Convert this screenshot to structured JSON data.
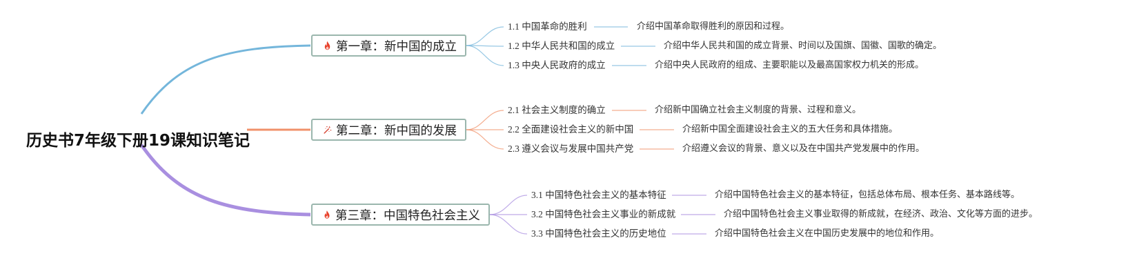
{
  "root": {
    "title": "历史书7年级下册19课知识笔记"
  },
  "colors": {
    "chapter1": "#74b6db",
    "chapter2": "#f0916a",
    "chapter3": "#a98fe0",
    "chapter_border": "#9ab6ad"
  },
  "chapters": [
    {
      "icon": "fire-icon",
      "title": "第一章：新中国的成立",
      "topics": [
        {
          "label": "1.1 中国革命的胜利",
          "description": "介绍中国革命取得胜利的原因和过程。"
        },
        {
          "label": "1.2 中华人民共和国的成立",
          "description": "介绍中华人民共和国的成立背景、时间以及国旗、国徽、国歌的确定。"
        },
        {
          "label": "1.3 中央人民政府的成立",
          "description": "介绍中央人民政府的组成、主要职能以及最高国家权力机关的形成。"
        }
      ]
    },
    {
      "icon": "magic-wand-icon",
      "title": "第二章：新中国的发展",
      "topics": [
        {
          "label": "2.1 社会主义制度的确立",
          "description": "介绍新中国确立社会主义制度的背景、过程和意义。"
        },
        {
          "label": "2.2 全面建设社会主义的新中国",
          "description": "介绍新中国全面建设社会主义的五大任务和具体措施。"
        },
        {
          "label": "2.3 遵义会议与发展中国共产党",
          "description": "介绍遵义会议的背景、意义以及在中国共产党发展中的作用。"
        }
      ]
    },
    {
      "icon": "fire-icon",
      "title": "第三章：中国特色社会主义",
      "topics": [
        {
          "label": "3.1 中国特色社会主义的基本特征",
          "description": "介绍中国特色社会主义的基本特征，包括总体布局、根本任务、基本路线等。"
        },
        {
          "label": "3.2 中国特色社会主义事业的新成就",
          "description": "介绍中国特色社会主义事业取得的新成就，在经济、政治、文化等方面的进步。"
        },
        {
          "label": "3.3 中国特色社会主义的历史地位",
          "description": "介绍中国特色社会主义在中国历史发展中的地位和作用。"
        }
      ]
    }
  ]
}
